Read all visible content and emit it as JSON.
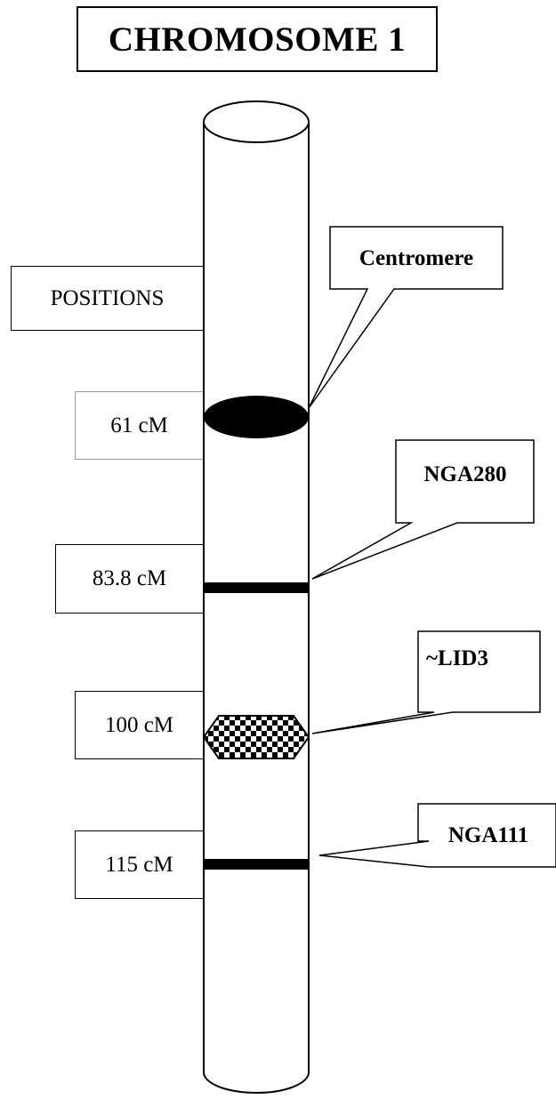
{
  "title": "CHROMOSOME 1",
  "positions_label": "POSITIONS",
  "positions": {
    "p61": "61 cM",
    "p83": "83.8 cM",
    "p100": "100 cM",
    "p115": "115 cM"
  },
  "callouts": {
    "centromere": "Centromere",
    "nga280": "NGA280",
    "lid3": "~LID3",
    "nga111": "NGA111"
  }
}
